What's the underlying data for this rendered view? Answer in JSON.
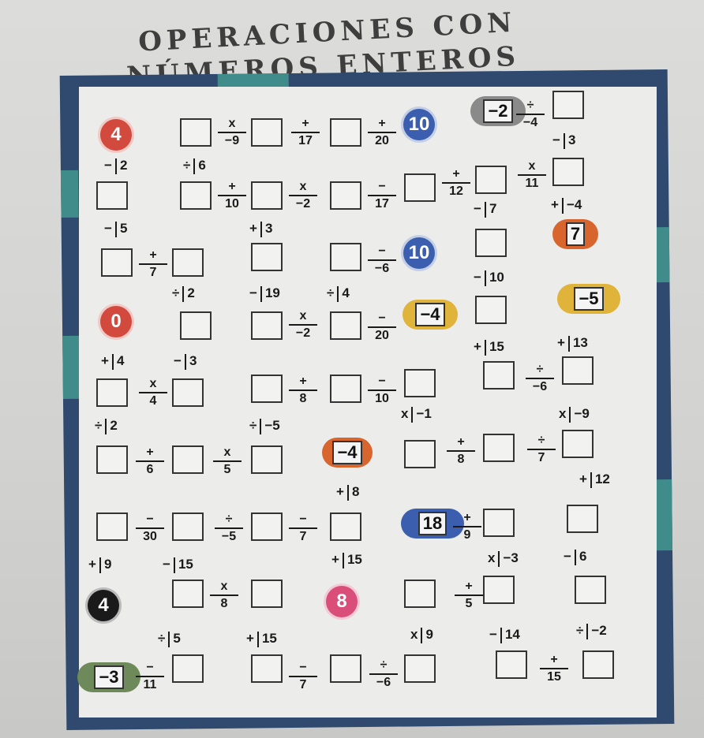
{
  "title": {
    "line1": "OPERACIONES CON",
    "line2": "NÚMEROS ENTEROS"
  },
  "colors": {
    "frame": "#2f4a6e",
    "accent": "#3f8c8a",
    "red": "#d24a3e",
    "blue": "#3b5fae",
    "yellow": "#e0b43a",
    "gray": "#8a8a8a",
    "black": "#1a1a1a",
    "pink": "#d94f7a",
    "orange": "#d8642e",
    "green": "#6e8a5a"
  },
  "circles": [
    {
      "id": "c4",
      "value": "4",
      "color": "red"
    },
    {
      "id": "c10a",
      "value": "10",
      "color": "blue"
    },
    {
      "id": "cm2",
      "value": "−2",
      "color": "gray"
    },
    {
      "id": "c10b",
      "value": "10",
      "color": "blue"
    },
    {
      "id": "c7",
      "value": "7",
      "color": "orange"
    },
    {
      "id": "c0",
      "value": "0",
      "color": "red"
    },
    {
      "id": "cm4a",
      "value": "−4",
      "color": "yellow"
    },
    {
      "id": "cm5",
      "value": "−5",
      "color": "yellow"
    },
    {
      "id": "cm4b",
      "value": "−4",
      "color": "orange"
    },
    {
      "id": "c18",
      "value": "18",
      "color": "blue"
    },
    {
      "id": "c4b",
      "value": "4",
      "color": "black"
    },
    {
      "id": "c8",
      "value": "8",
      "color": "pink"
    },
    {
      "id": "cm3",
      "value": "−3",
      "color": "green"
    }
  ],
  "ops": [
    {
      "sym": "x",
      "num": "−9"
    },
    {
      "sym": "+",
      "num": "17"
    },
    {
      "sym": "+",
      "num": "20"
    },
    {
      "sym": "÷",
      "num": "−4"
    },
    {
      "sym": "−",
      "num": "3"
    },
    {
      "sym": "−",
      "num": "2"
    },
    {
      "sym": "÷",
      "num": "6"
    },
    {
      "sym": "+",
      "num": "10"
    },
    {
      "sym": "x",
      "num": "−2"
    },
    {
      "sym": "−",
      "num": "17"
    },
    {
      "sym": "+",
      "num": "12"
    },
    {
      "sym": "x",
      "num": "11"
    },
    {
      "sym": "−",
      "num": "5"
    },
    {
      "sym": "+",
      "num": "3"
    },
    {
      "sym": "−",
      "num": "7"
    },
    {
      "sym": "+",
      "num": "−4"
    },
    {
      "sym": "+",
      "num": "7"
    },
    {
      "sym": "−",
      "num": "−6"
    },
    {
      "sym": "÷",
      "num": "2"
    },
    {
      "sym": "−",
      "num": "19"
    },
    {
      "sym": "÷",
      "num": "4"
    },
    {
      "sym": "−",
      "num": "10"
    },
    {
      "sym": "x",
      "num": "−2"
    },
    {
      "sym": "−",
      "num": "20"
    },
    {
      "sym": "+",
      "num": "4"
    },
    {
      "sym": "−",
      "num": "3"
    },
    {
      "sym": "+",
      "num": "15"
    },
    {
      "sym": "+",
      "num": "13"
    },
    {
      "sym": "x",
      "num": "4"
    },
    {
      "sym": "+",
      "num": "8"
    },
    {
      "sym": "−",
      "num": "10"
    },
    {
      "sym": "÷",
      "num": "−6"
    },
    {
      "sym": "÷",
      "num": "2"
    },
    {
      "sym": "÷",
      "num": "−5"
    },
    {
      "sym": "x",
      "num": "−1"
    },
    {
      "sym": "x",
      "num": "−9"
    },
    {
      "sym": "+",
      "num": "6"
    },
    {
      "sym": "x",
      "num": "5"
    },
    {
      "sym": "+",
      "num": "8"
    },
    {
      "sym": "÷",
      "num": "7"
    },
    {
      "sym": "+",
      "num": "8"
    },
    {
      "sym": "+",
      "num": "12"
    },
    {
      "sym": "−",
      "num": "30"
    },
    {
      "sym": "÷",
      "num": "−5"
    },
    {
      "sym": "−",
      "num": "7"
    },
    {
      "sym": "+",
      "num": "9"
    },
    {
      "sym": "+",
      "num": "9"
    },
    {
      "sym": "−",
      "num": "15"
    },
    {
      "sym": "+",
      "num": "15"
    },
    {
      "sym": "x",
      "num": "−3"
    },
    {
      "sym": "−",
      "num": "6"
    },
    {
      "sym": "x",
      "num": "8"
    },
    {
      "sym": "+",
      "num": "5"
    },
    {
      "sym": "÷",
      "num": "5"
    },
    {
      "sym": "+",
      "num": "15"
    },
    {
      "sym": "x",
      "num": "9"
    },
    {
      "sym": "−",
      "num": "14"
    },
    {
      "sym": "÷",
      "num": "−2"
    },
    {
      "sym": "−",
      "num": "11"
    },
    {
      "sym": "−",
      "num": "7"
    },
    {
      "sym": "÷",
      "num": "−6"
    },
    {
      "sym": "+",
      "num": "15"
    }
  ]
}
